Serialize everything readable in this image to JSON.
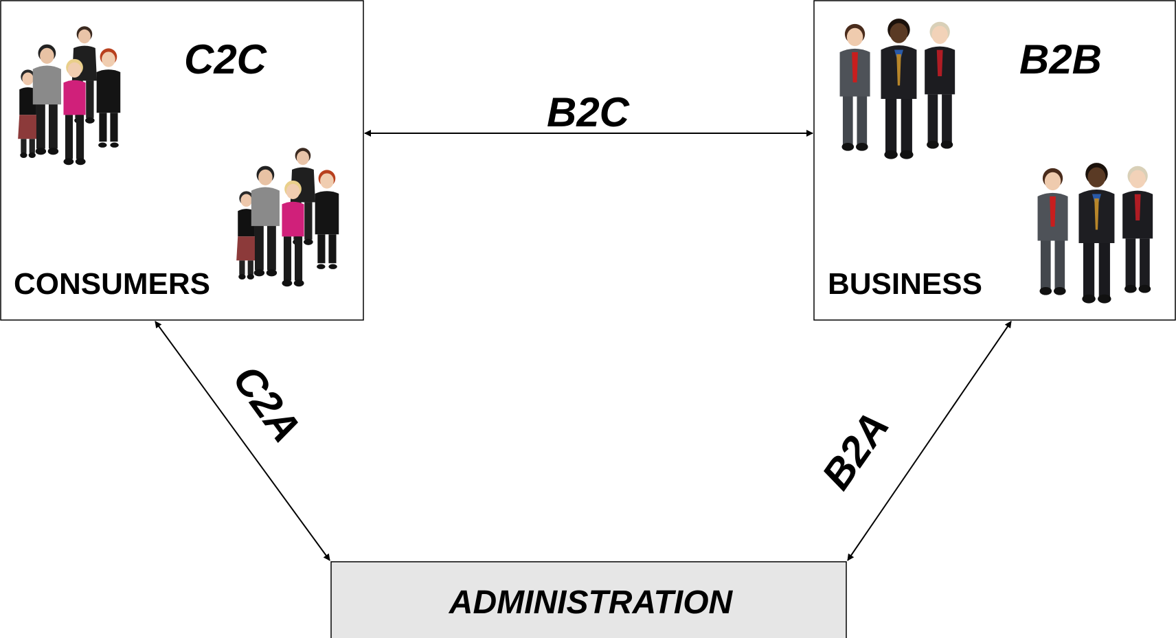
{
  "nodes": {
    "consumers": {
      "title": "C2C",
      "label": "CONSUMERS"
    },
    "business": {
      "title": "B2B",
      "label": "BUSINESS"
    },
    "administration": {
      "label": "ADMINISTRATION"
    }
  },
  "edges": {
    "consumers_business": "B2C",
    "consumers_administration": "C2A",
    "business_administration": "B2A"
  },
  "colors": {
    "box_border": "#000000",
    "admin_fill": "#e6e6e6",
    "arrow": "#000000",
    "text": "#000000"
  }
}
